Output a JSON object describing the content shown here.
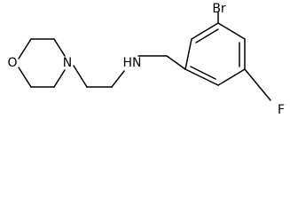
{
  "molecule": {
    "atoms": {
      "oxygen": "O",
      "morpholine_nitrogen": "N",
      "amine": "HN",
      "bromine": "Br",
      "fluorine": "F"
    }
  }
}
